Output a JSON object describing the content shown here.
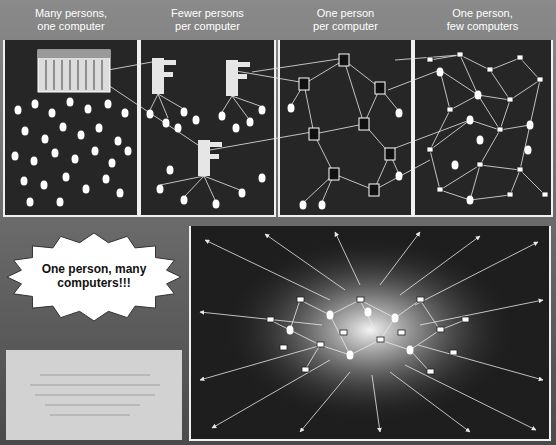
{
  "diagram": {
    "nodes": [
      {
        "text": [
          "Many persons, one computer"
        ]
      },
      {
        "text": [
          "Fewer persons per computer"
        ]
      },
      {
        "text": [
          "One person per computer"
        ]
      },
      {
        "text": [
          "One person, few computers"
        ]
      },
      {
        "text": [
          "One person, many computers!!!"
        ]
      }
    ]
  }
}
